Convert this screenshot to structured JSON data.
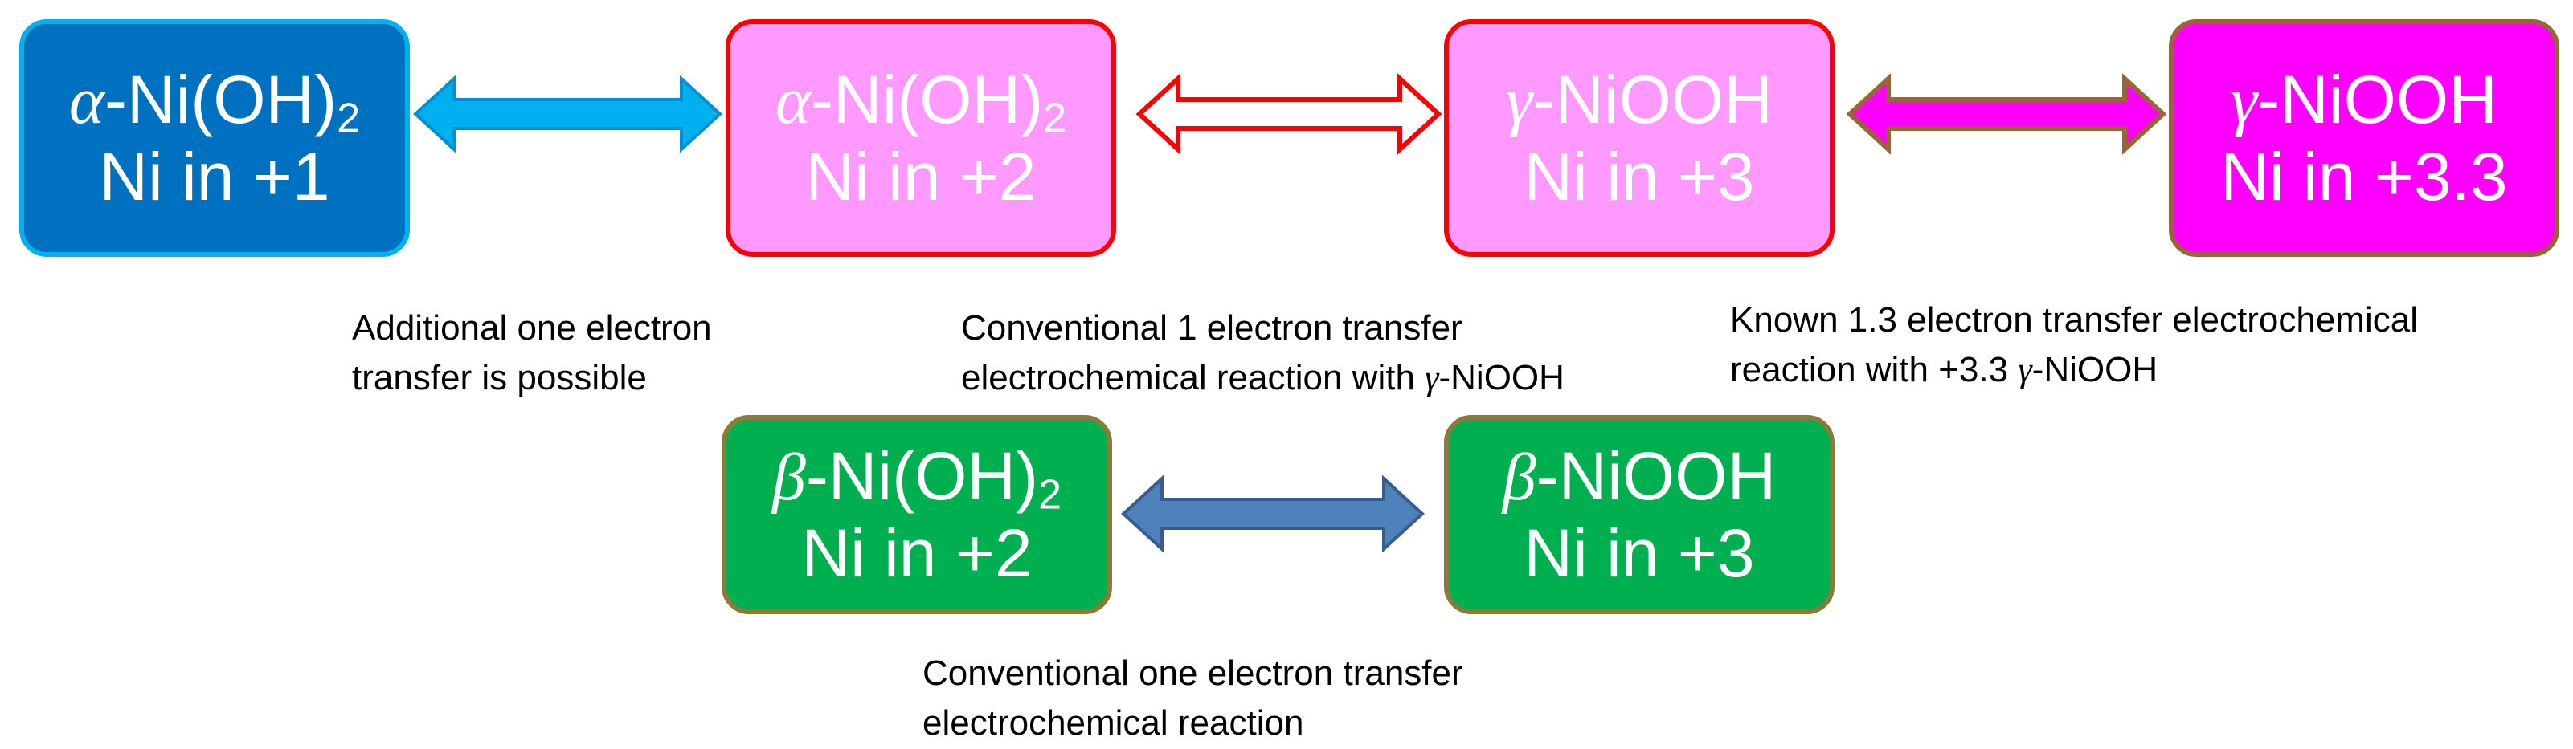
{
  "colors": {
    "box1_fill": "#0070C0",
    "box1_border": "#00B0F0",
    "pink_fill": "#FF99FF",
    "pink_border": "#FF0000",
    "magenta_fill": "#FF00FF",
    "brown_border": "#996633",
    "green_fill": "#00B050",
    "green_border": "#8C7A3A",
    "arrow_cyan": "#00B0F0",
    "arrow_red": "#FF0000",
    "arrow_magenta": "#FF00FF",
    "arrow_blue": "#4F81BD"
  },
  "boxes": {
    "alpha_nioh2_1": {
      "greek": "α",
      "formula": "-Ni(OH)",
      "sub": "2",
      "state": "Ni in +1"
    },
    "alpha_nioh2_2": {
      "greek": "α",
      "formula": "-Ni(OH)",
      "sub": "2",
      "state": "Ni in +2"
    },
    "gamma_niooh_3": {
      "greek": "γ",
      "formula": "-NiOOH",
      "state": "Ni in +3"
    },
    "gamma_niooh_33": {
      "greek": "γ",
      "formula": "-NiOOH",
      "state": "Ni in +3.3"
    },
    "beta_nioh2_2": {
      "greek": "β",
      "formula": "-Ni(OH)",
      "sub": "2",
      "state": "Ni in +2"
    },
    "beta_niooh_3": {
      "greek": "β",
      "formula": "-NiOOH",
      "state": "Ni in +3"
    }
  },
  "captions": {
    "c1": {
      "line1": "Additional one electron",
      "line2": "transfer is possible"
    },
    "c2": {
      "line1": "Conventional 1 electron transfer",
      "line2_pre": "electrochemical reaction with ",
      "line2_greek": "γ",
      "line2_post": "-NiOOH"
    },
    "c3": {
      "line1": "Known 1.3 electron transfer electrochemical",
      "line2_pre": "reaction with +3.3 ",
      "line2_greek": "γ",
      "line2_post": "-NiOOH"
    },
    "c4": {
      "line1": "Conventional one electron transfer",
      "line2": "electrochemical reaction"
    }
  }
}
